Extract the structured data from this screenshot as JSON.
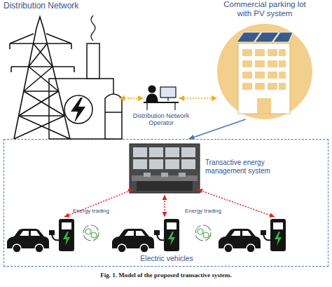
{
  "diagram": {
    "caption": "Fig. 1. Model of the proposed transactive system.",
    "nodes": [
      {
        "text": [
          "Distribution Network"
        ]
      },
      {
        "text": [
          "Commercial parking lot with PV system"
        ]
      },
      {
        "text": [
          "Distribution Network Operator"
        ]
      },
      {
        "text": [
          "Electric vehicles"
        ]
      },
      {
        "text": [
          "Transactive energy management system"
        ],
        "in": 3
      }
    ],
    "edges": [
      {
        "from": 0,
        "to": 2,
        "arrow": "both"
      },
      {
        "from": 2,
        "to": 1,
        "arrow": "both"
      },
      {
        "from": 1,
        "to": 3,
        "arrow": "to"
      }
    ],
    "labels": [
      "Energy trading",
      "Energy trading"
    ]
  }
}
